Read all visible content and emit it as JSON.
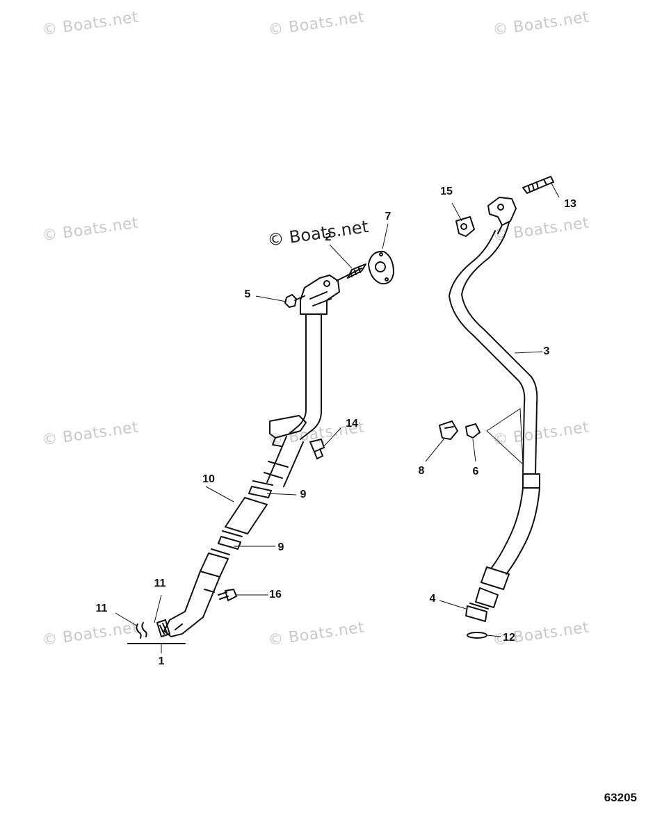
{
  "watermark": {
    "text": "© Boats.net",
    "center_text": "© Boats.net"
  },
  "callouts": [
    {
      "id": "1",
      "label": "1"
    },
    {
      "id": "2",
      "label": "2"
    },
    {
      "id": "3",
      "label": "3"
    },
    {
      "id": "4",
      "label": "4"
    },
    {
      "id": "5",
      "label": "5"
    },
    {
      "id": "6",
      "label": "6"
    },
    {
      "id": "7",
      "label": "7"
    },
    {
      "id": "8",
      "label": "8"
    },
    {
      "id": "9a",
      "label": "9"
    },
    {
      "id": "9b",
      "label": "9"
    },
    {
      "id": "10",
      "label": "10"
    },
    {
      "id": "11a",
      "label": "11"
    },
    {
      "id": "11b",
      "label": "11"
    },
    {
      "id": "12",
      "label": "12"
    },
    {
      "id": "13",
      "label": "13"
    },
    {
      "id": "14",
      "label": "14"
    },
    {
      "id": "15",
      "label": "15"
    },
    {
      "id": "16",
      "label": "16"
    }
  ],
  "figure_number": "63205",
  "colors": {
    "line": "#111111",
    "watermark": "#c9c9c9"
  }
}
